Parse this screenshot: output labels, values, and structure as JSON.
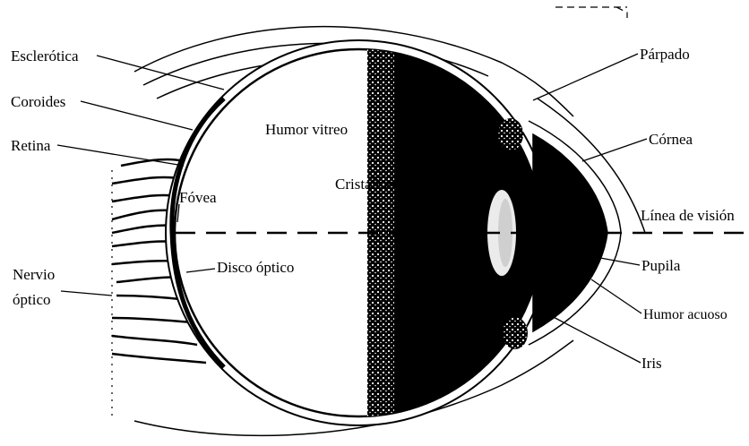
{
  "diagram": {
    "labels": {
      "esclerotica": "Esclerótica",
      "coroides": "Coroides",
      "retina": "Retina",
      "nervio_line1": "Nervio",
      "nervio_line2": "óptico",
      "humor_vitreo": "Humor vitreo",
      "cristalino": "Cristalino",
      "fovea": "Fóvea",
      "disco_optico": "Disco óptico",
      "parpado": "Párpado",
      "cornea": "Córnea",
      "linea_vision": "Línea de visión",
      "pupila": "Pupila",
      "humor_acuoso": "Humor acuoso",
      "iris": "Iris"
    },
    "colors": {
      "ink": "#000000",
      "paper": "#ffffff"
    }
  }
}
